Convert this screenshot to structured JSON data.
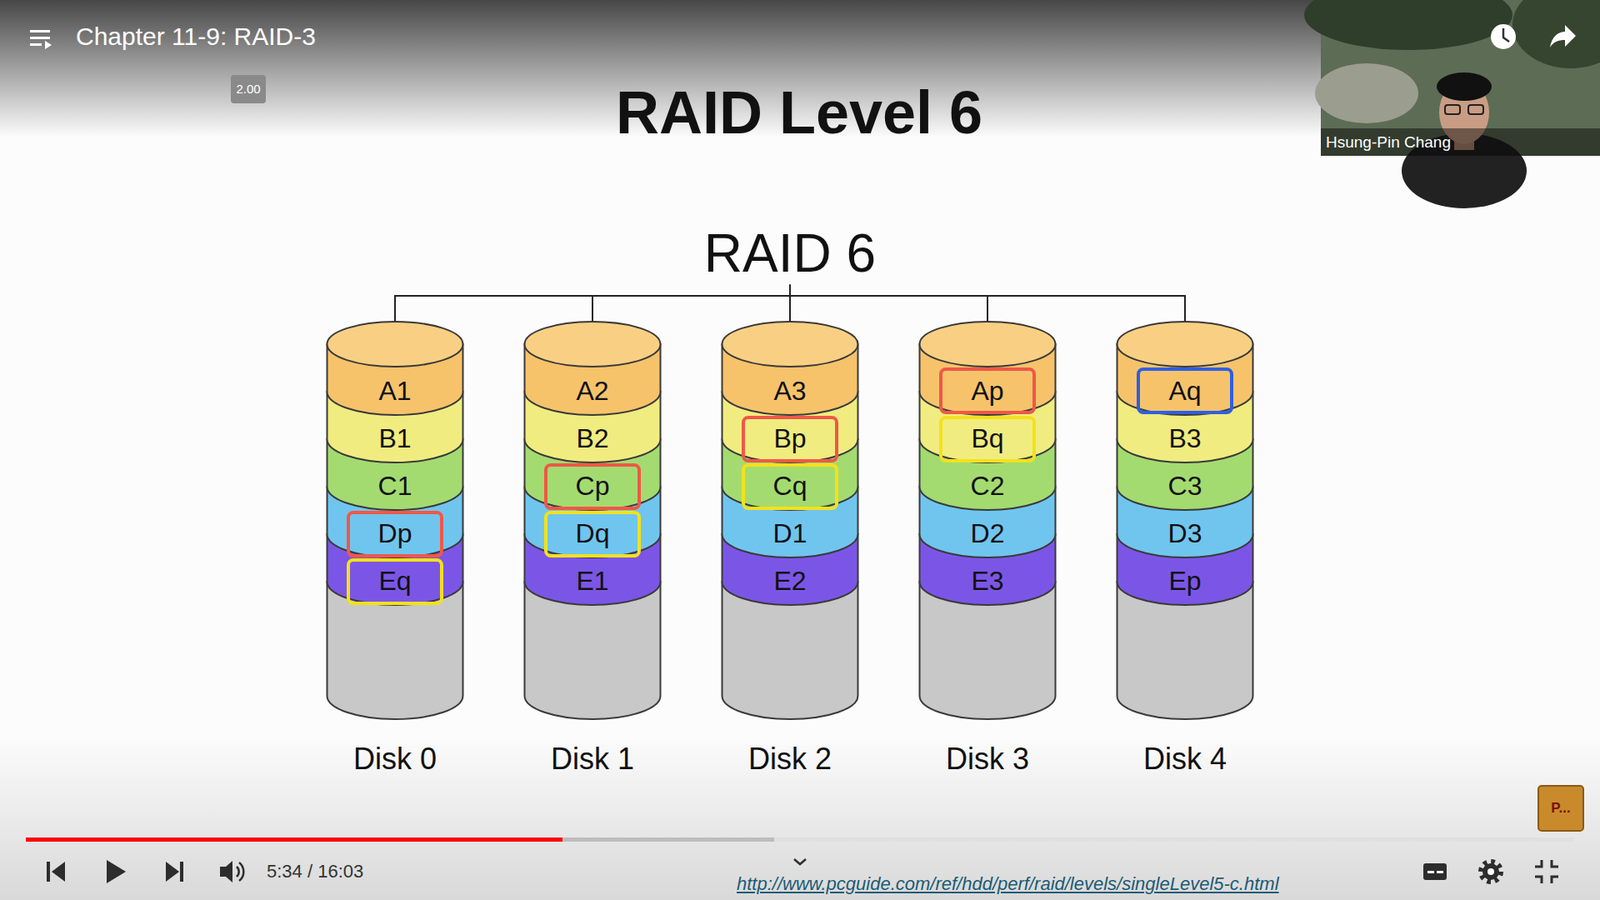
{
  "diagram": {
    "title": "RAID Level 6",
    "nodes": [
      {
        "text": [
          "RAID 6"
        ]
      },
      {
        "text": [
          "Disk 0"
        ]
      },
      {
        "text": [
          "A1"
        ],
        "in": 1
      },
      {
        "text": [
          "B1"
        ],
        "in": 1
      },
      {
        "text": [
          "C1"
        ],
        "in": 1
      },
      {
        "text": [
          "Dp"
        ],
        "in": 1
      },
      {
        "text": [
          "Eq"
        ],
        "in": 1
      },
      {
        "text": [
          "Disk 1"
        ]
      },
      {
        "text": [
          "A2"
        ],
        "in": 7
      },
      {
        "text": [
          "B2"
        ],
        "in": 7
      },
      {
        "text": [
          "Cp"
        ],
        "in": 7
      },
      {
        "text": [
          "Dq"
        ],
        "in": 7
      },
      {
        "text": [
          "E1"
        ],
        "in": 7
      },
      {
        "text": [
          "Disk 2"
        ]
      },
      {
        "text": [
          "A3"
        ],
        "in": 13
      },
      {
        "text": [
          "Bp"
        ],
        "in": 13
      },
      {
        "text": [
          "Cq"
        ],
        "in": 13
      },
      {
        "text": [
          "D1"
        ],
        "in": 13
      },
      {
        "text": [
          "E2"
        ],
        "in": 13
      },
      {
        "text": [
          "Disk 3"
        ]
      },
      {
        "text": [
          "Ap"
        ],
        "in": 19
      },
      {
        "text": [
          "Bq"
        ],
        "in": 19
      },
      {
        "text": [
          "C2"
        ],
        "in": 19
      },
      {
        "text": [
          "D2"
        ],
        "in": 19
      },
      {
        "text": [
          "E3"
        ],
        "in": 19
      },
      {
        "text": [
          "Disk 4"
        ]
      },
      {
        "text": [
          "Aq"
        ],
        "in": 25
      },
      {
        "text": [
          "B3"
        ],
        "in": 25
      },
      {
        "text": [
          "C3"
        ],
        "in": 25
      },
      {
        "text": [
          "D3"
        ],
        "in": 25
      },
      {
        "text": [
          "Ep"
        ],
        "in": 25
      }
    ],
    "edges": [
      {
        "from": 0,
        "to": 1,
        "arrow": "none"
      },
      {
        "from": 0,
        "to": 7,
        "arrow": "none"
      },
      {
        "from": 0,
        "to": 13,
        "arrow": "none"
      },
      {
        "from": 0,
        "to": 19,
        "arrow": "none"
      },
      {
        "from": 0,
        "to": 25,
        "arrow": "none"
      }
    ],
    "labels": [
      "Chapter 11-9: RAID-3",
      "2.00",
      "Hsung-Pin Chang",
      "5:34 / 16:03",
      "http://www.pcguide.com/ref/hdd/perf/raid/levels/singleLevel5-c.html",
      "P..."
    ]
  }
}
